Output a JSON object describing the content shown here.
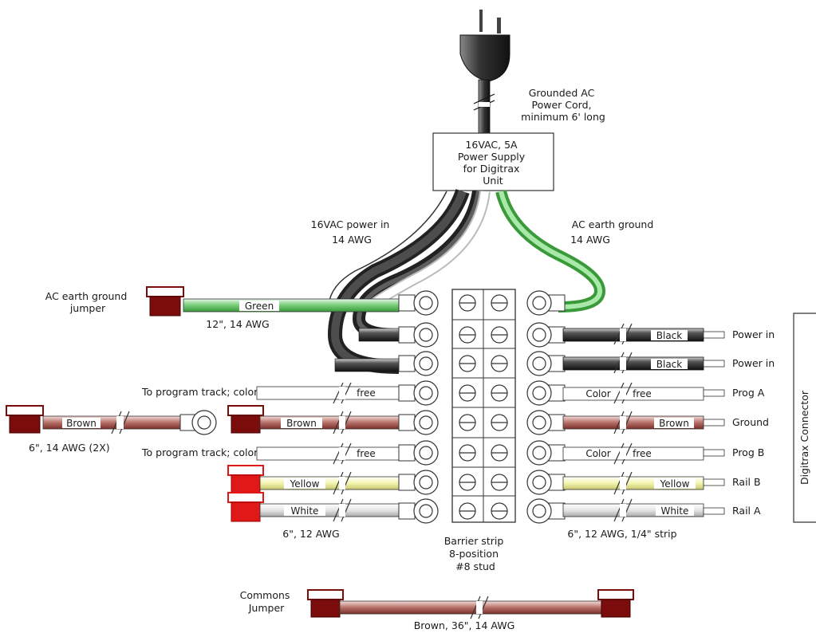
{
  "labels": {
    "power_cord": [
      "Grounded AC",
      "Power Cord,",
      "minimum 6' long"
    ],
    "power_supply": [
      "16VAC, 5A",
      "Power Supply",
      "for Digitrax",
      "Unit"
    ],
    "vac_in": [
      "16VAC power in",
      "14 AWG"
    ],
    "ac_earth": [
      "AC earth ground",
      "14 AWG"
    ],
    "ground_jumper": [
      "AC earth ground",
      "jumper"
    ],
    "green_spec": "12\", 14 AWG",
    "brown_spec": "6\", 14 AWG (2X)",
    "left_spec": "6\", 12 AWG",
    "right_spec": "6\", 12 AWG, 1/4\" strip",
    "barrier": [
      "Barrier strip",
      "8-position",
      "#8 stud"
    ],
    "commons": [
      "Commons",
      "Jumper"
    ],
    "commons_spec": "Brown, 36\", 14 AWG",
    "connector": "Digitrax Connector",
    "prog_note_1": "To program track; color, AWG",
    "prog_note_2": "To program track; color, AWG"
  },
  "wires": {
    "green": "Green",
    "brown_left": "Brown",
    "brown_mid": "Brown",
    "yellow_left": "Yellow",
    "white_left": "White",
    "free_1": "free",
    "free_2": "free",
    "black_1": "Black",
    "black_2": "Black",
    "color_1": "Color",
    "free_r1": "free",
    "brown_right": "Brown",
    "color_2": "Color",
    "free_r2": "free",
    "yellow_right": "Yellow",
    "white_right": "White"
  },
  "terminals": [
    "Power in",
    "Power in",
    "Prog A",
    "Ground",
    "Prog B",
    "Rail B",
    "Rail A"
  ],
  "colors": {
    "green": "#5cc45c",
    "brown": "#a0524a",
    "yellow": "#eeee88",
    "black": "#222222",
    "red_block": "#e01818",
    "dark_red_block": "#7a0c0c"
  }
}
